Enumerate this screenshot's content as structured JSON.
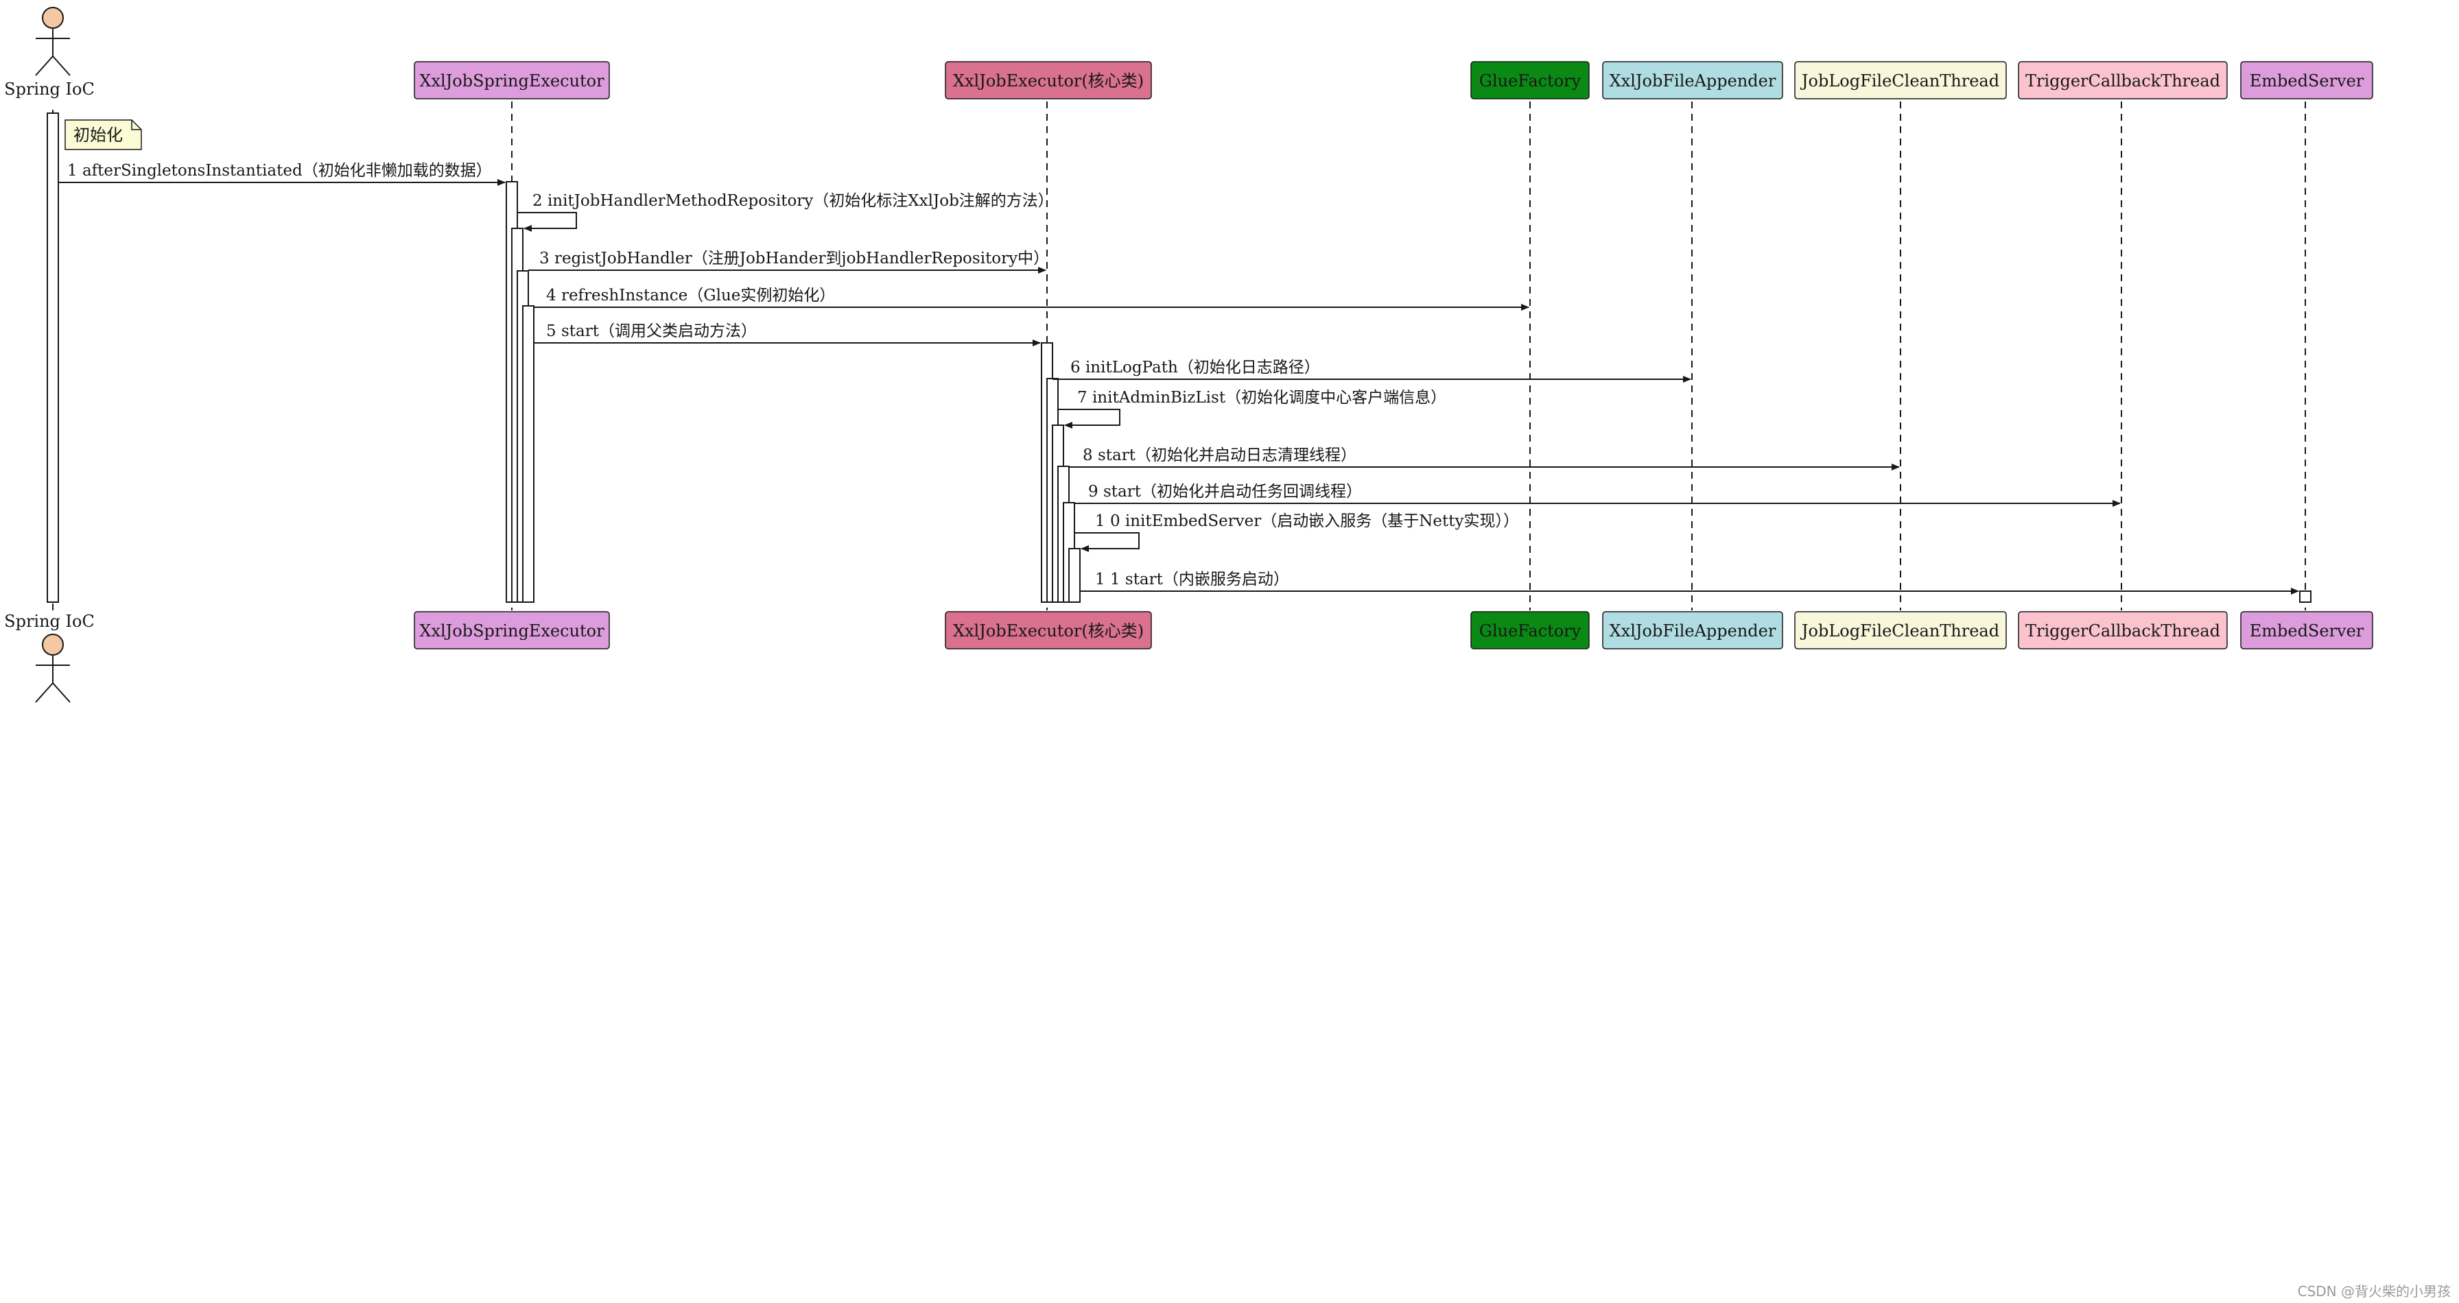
{
  "actor": {
    "name": "Spring IoC"
  },
  "participants": [
    {
      "name": "XxlJobSpringExecutor",
      "color": "#dd9ddd"
    },
    {
      "name": "XxlJobExecutor(核心类)",
      "color": "#d9718f"
    },
    {
      "name": "GlueFactory",
      "color": "#0a8a14"
    },
    {
      "name": "XxlJobFileAppender",
      "color": "#afdde1"
    },
    {
      "name": "JobLogFileCleanThread",
      "color": "#f8f6db"
    },
    {
      "name": "TriggerCallbackThread",
      "color": "#fbc3cd"
    },
    {
      "name": "EmbedServer",
      "color": "#dd9ddd"
    }
  ],
  "note": {
    "text": "初始化",
    "color": "#fbfbd5"
  },
  "messages": [
    {
      "text": "1  afterSingletonsInstantiated（初始化非懒加载的数据）"
    },
    {
      "text": "2  initJobHandlerMethodRepository（初始化标注XxlJob注解的方法）"
    },
    {
      "text": "3  registJobHandler（注册JobHander到jobHandlerRepository中）"
    },
    {
      "text": "4  refreshInstance（Glue实例初始化）"
    },
    {
      "text": "5  start（调用父类启动方法）"
    },
    {
      "text": "6  initLogPath（初始化日志路径）"
    },
    {
      "text": "7  initAdminBizList（初始化调度中心客户端信息）"
    },
    {
      "text": "8  start（初始化并启动日志清理线程）"
    },
    {
      "text": "9  start（初始化并启动任务回调线程）"
    },
    {
      "text": "1 0 initEmbedServer（启动嵌入服务（基于Netty实现））"
    },
    {
      "text": "1 1 start（内嵌服务启动）"
    }
  ],
  "watermark": "CSDN @背火柴的小男孩"
}
